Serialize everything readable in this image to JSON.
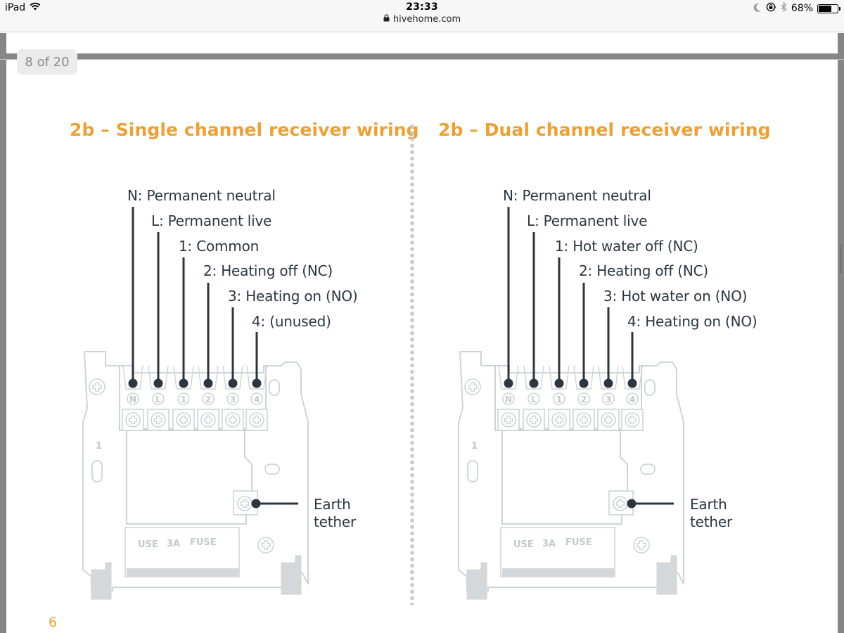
{
  "status_bar": {
    "device": "iPad",
    "time": "23:33",
    "url": "hivehome.com",
    "battery_percent_label": "68%",
    "battery_level": 0.68,
    "icons": [
      "wifi-icon",
      "lock-icon",
      "moon-icon",
      "rotation-lock-icon",
      "bluetooth-icon",
      "battery-icon"
    ]
  },
  "viewer": {
    "page_counter": "8 of 20",
    "page_number": "6"
  },
  "colors": {
    "accent_orange": "#f0a032",
    "wire_dark": "#2b3640",
    "outline_grey": "#cfd3d5"
  },
  "left_panel": {
    "title": "2b – Single channel receiver wiring",
    "terminals": [
      {
        "id": "N",
        "label": "N: Permanent neutral"
      },
      {
        "id": "L",
        "label": "L: Permanent live"
      },
      {
        "id": "1",
        "label": "1: Common"
      },
      {
        "id": "2",
        "label": "2: Heating off (NC)"
      },
      {
        "id": "3",
        "label": "3: Heating on (NO)"
      },
      {
        "id": "4",
        "label": "4: (unused)"
      }
    ],
    "earth_label_line1": "Earth",
    "earth_label_line2": "tether",
    "plate_marks": {
      "one": "1",
      "fuse_use": "USE",
      "fuse_amp": "3A",
      "fuse_word": "FUSE"
    }
  },
  "right_panel": {
    "title": "2b – Dual channel receiver wiring",
    "terminals": [
      {
        "id": "N",
        "label": "N: Permanent neutral"
      },
      {
        "id": "L",
        "label": "L: Permanent live"
      },
      {
        "id": "1",
        "label": "1: Hot water off (NC)"
      },
      {
        "id": "2",
        "label": "2: Heating off (NC)"
      },
      {
        "id": "3",
        "label": "3: Hot water on (NO)"
      },
      {
        "id": "4",
        "label": "4: Heating on (NO)"
      }
    ],
    "earth_label_line1": "Earth",
    "earth_label_line2": "tether",
    "plate_marks": {
      "one": "1",
      "fuse_use": "USE",
      "fuse_amp": "3A",
      "fuse_word": "FUSE"
    }
  }
}
